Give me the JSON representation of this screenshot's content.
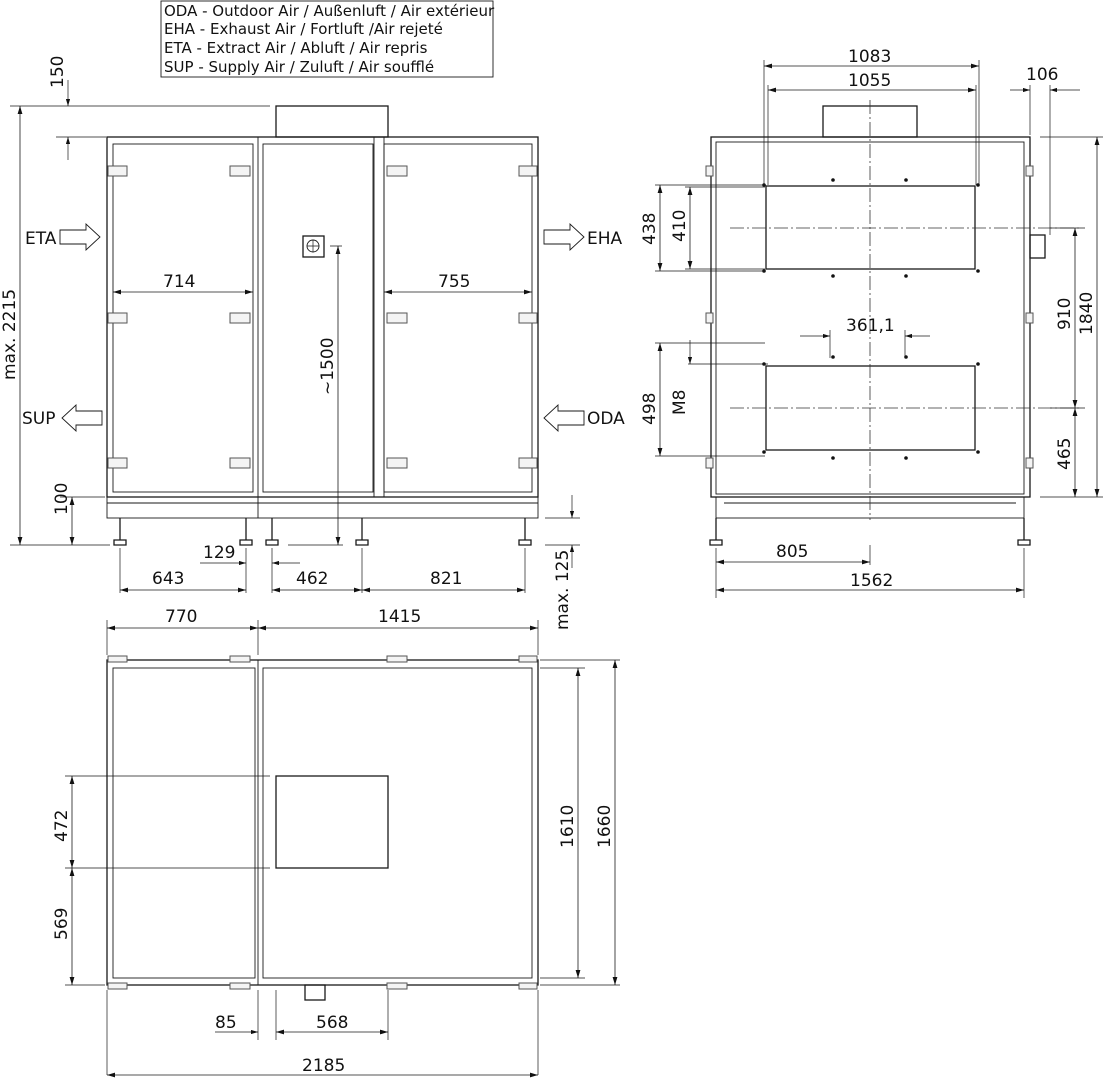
{
  "legend": [
    "ODA - Outdoor Air / Außenluft / Air extérieur",
    "EHA - Exhaust Air / Fortluft /Air rejeté",
    "ETA - Extract Air / Abluft / Air repris",
    "SUP - Supply Air / Zuluft / Air soufflé"
  ],
  "airflows": {
    "eta": "ETA",
    "eha": "EHA",
    "sup": "SUP",
    "oda": "ODA"
  },
  "front": {
    "d150": "150",
    "height": "max. 2215",
    "d100": "100",
    "d714": "714",
    "d755": "755",
    "d1500": "~1500",
    "d129": "129",
    "d643": "643",
    "d462": "462",
    "d821": "821",
    "d770": "770",
    "d1415": "1415",
    "feet": "max. 125"
  },
  "top": {
    "d472": "472",
    "d569": "569",
    "d1610": "1610",
    "d1660": "1660",
    "d85": "85",
    "d568": "568",
    "d2185": "2185"
  },
  "side": {
    "d1083": "1083",
    "d1055": "1055",
    "d106": "106",
    "d438": "438",
    "d410": "410",
    "d910": "910",
    "d1840": "1840",
    "d465": "465",
    "d361": "361,1",
    "d498": "498",
    "m8": "M8",
    "d805": "805",
    "d1562": "1562"
  }
}
